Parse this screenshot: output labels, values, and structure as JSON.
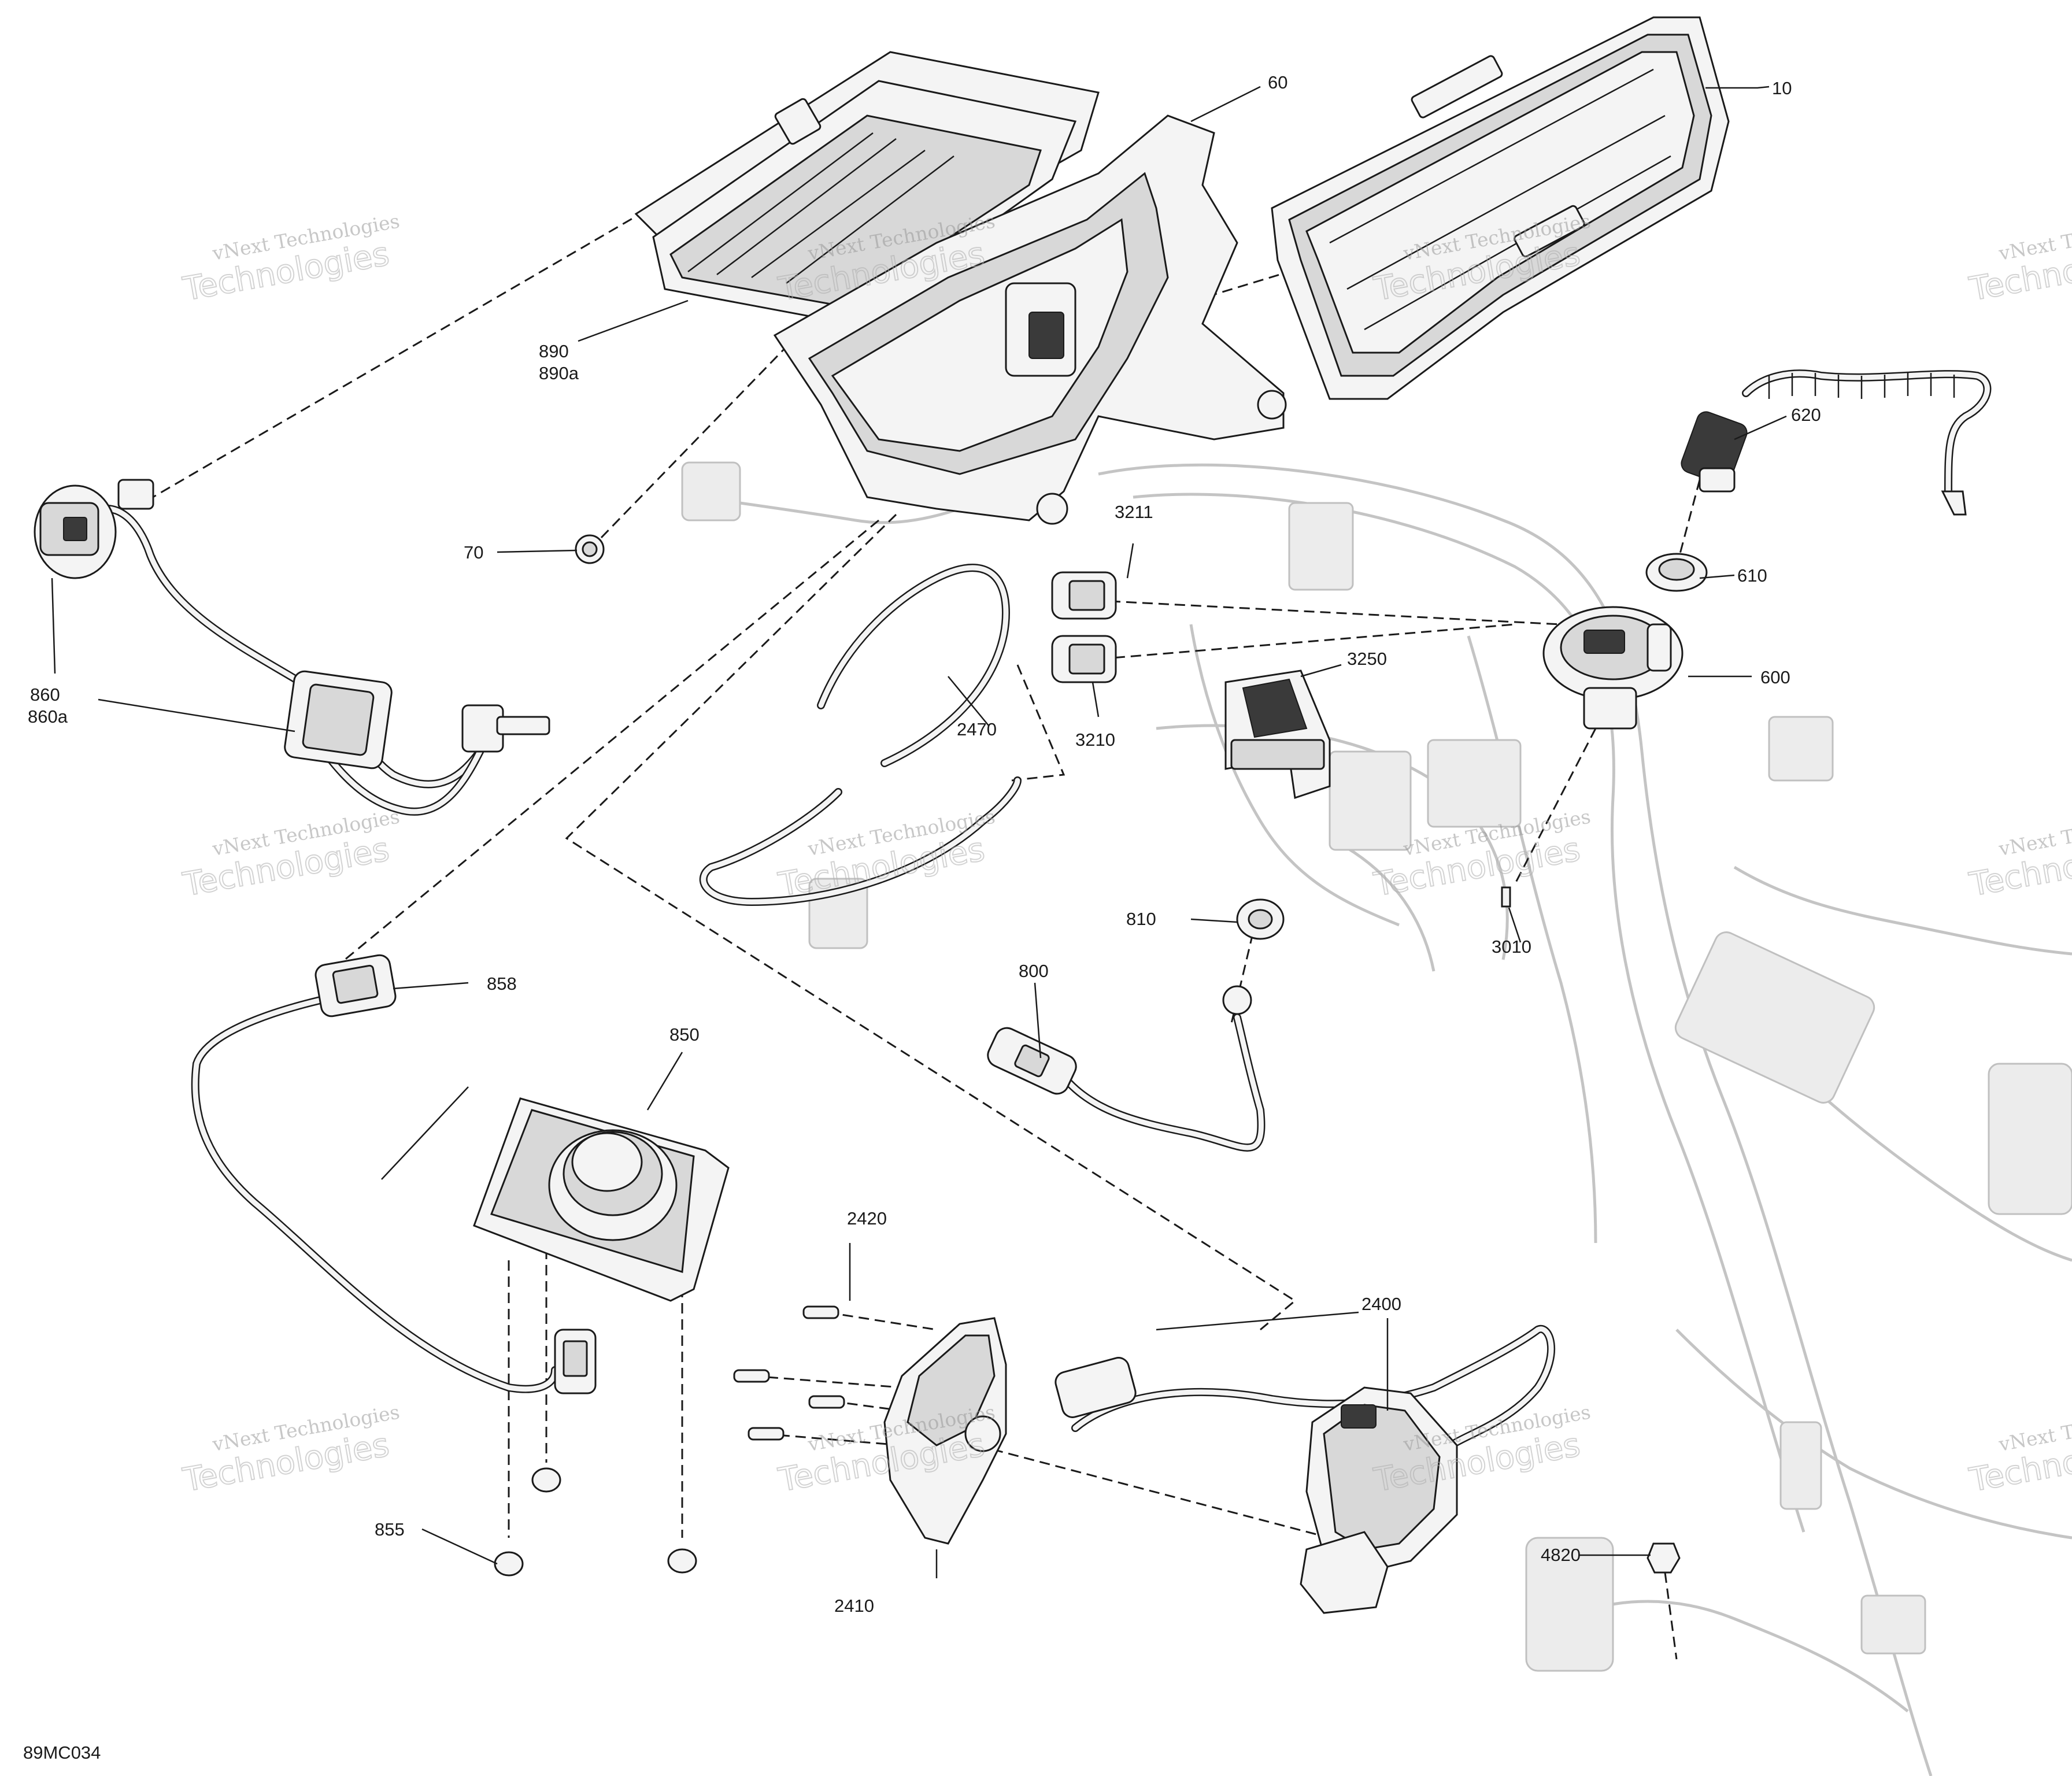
{
  "diagram_code": "89MC034",
  "watermark": {
    "line1": "vNext Technologies",
    "line2": "Technologies"
  },
  "callouts": {
    "c10": "10",
    "c60": "60",
    "c70": "70",
    "c800": "800",
    "c810": "810",
    "c850": "850",
    "c855": "855",
    "c858": "858",
    "c860": "860",
    "c860a": "860a",
    "c890": "890",
    "c890a": "890a",
    "c600": "600",
    "c610": "610",
    "c620": "620",
    "c2400": "2400",
    "c2410": "2410",
    "c2420": "2420",
    "c2470": "2470",
    "c3010": "3010",
    "c3210": "3210",
    "c3211": "3211",
    "c3250": "3250",
    "c4820": "4820"
  }
}
